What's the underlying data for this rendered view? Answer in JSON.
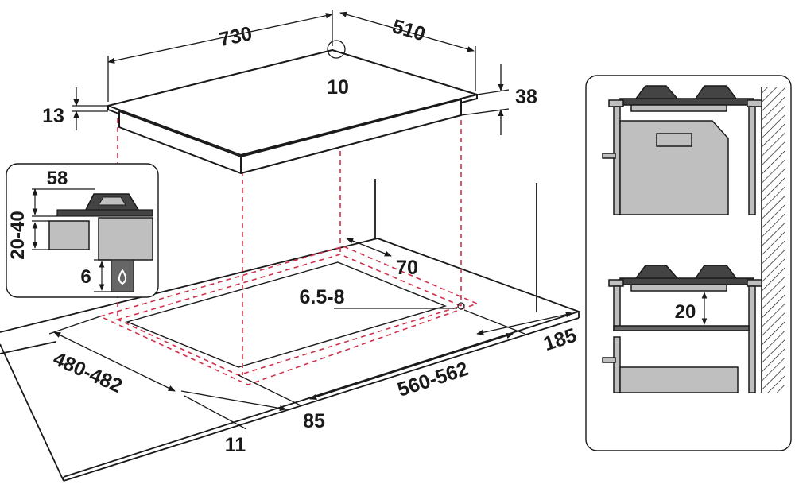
{
  "dimensions": {
    "width": "730",
    "depth": "510",
    "corner": "10",
    "glass_thickness": "13",
    "body_height": "38",
    "cutout_depth": "480-482",
    "cutout_width": "560-562",
    "front_margin": "85",
    "front_edge": "11",
    "hole_diameter": "6.5-8",
    "rear_distance": "70",
    "wall_clearance": "185"
  },
  "inset_left": {
    "burner_height": "58",
    "worktop_thickness": "20-40",
    "gap": "6"
  },
  "inset_right": {
    "panel_gap": "20"
  },
  "colors": {
    "line": "#1a1a1a",
    "cutout_dash": "#d0314a",
    "fill_grey": "#bfbfbf",
    "fill_dark": "#444444"
  }
}
